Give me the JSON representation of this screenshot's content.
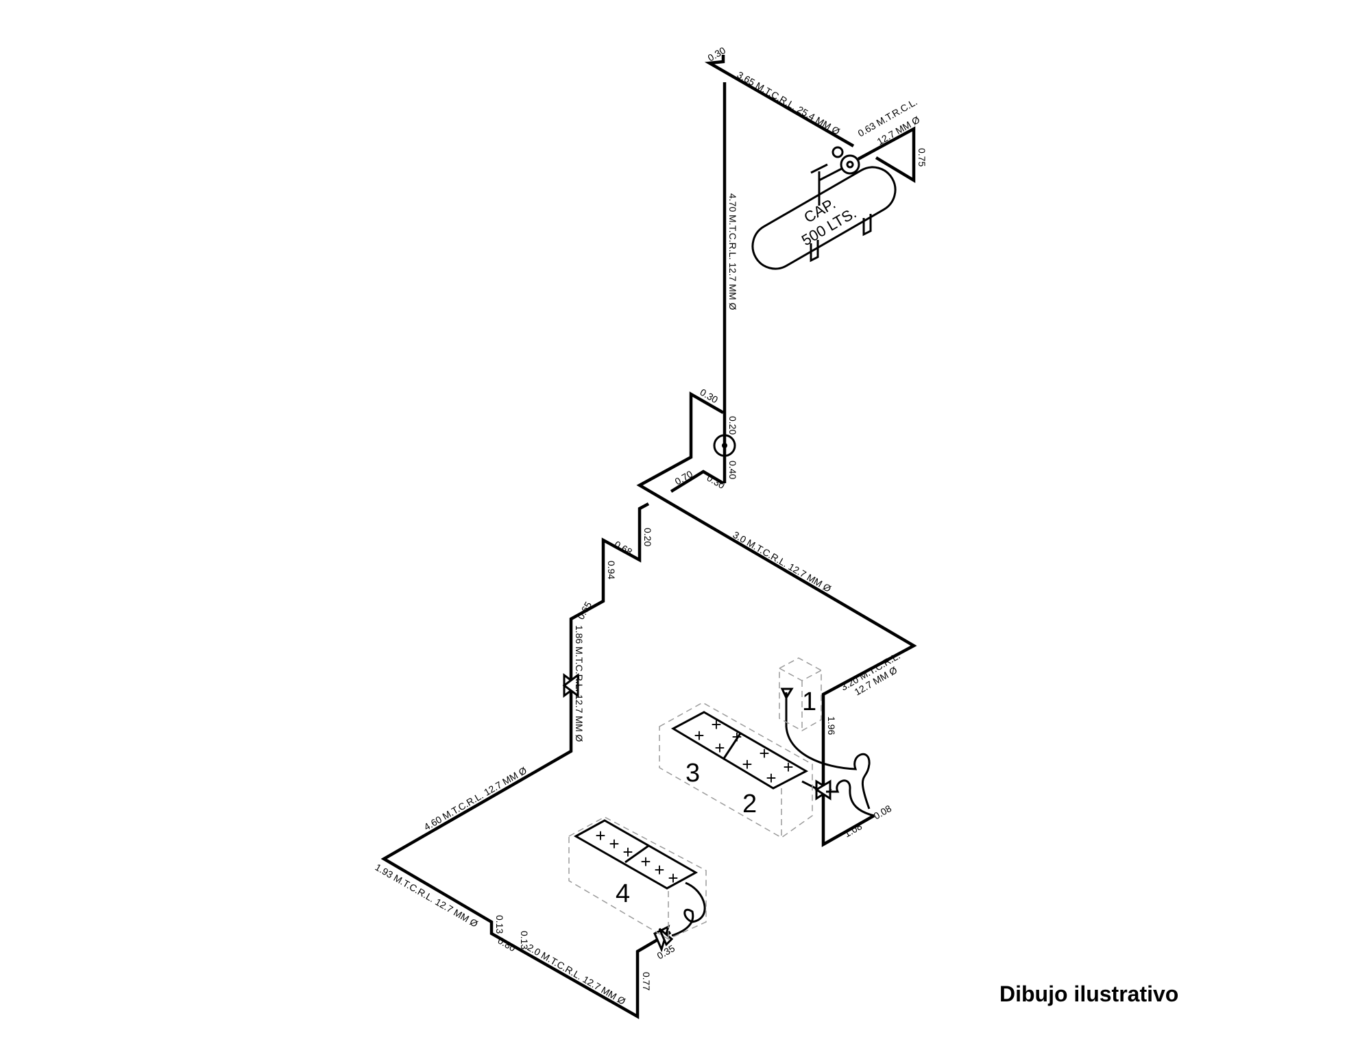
{
  "tank": {
    "line1": "CAP.",
    "line2": "500 LTS."
  },
  "labels": {
    "top_rise": "0.30",
    "main_supply": "3.65 M.T.C.R.L. 25.4 MM Ø",
    "tank_branch_line1": "0.63 M.T.R.C.L.",
    "tank_branch_line2": "12.7 MM Ø",
    "tank_drop": "0.75",
    "down_riser": "4.70 M.T.C.R.L. 12.7 MM Ø",
    "offset_030_a": "0.30",
    "meter_above": "0.20",
    "meter_below": "0.40",
    "offset_070": "0.70",
    "offset_030_b": "0.30",
    "branch_right": "3.0 M.T.C.R.L. 12.7 MM Ø",
    "drop_020": "0.20",
    "step_068": "0.68",
    "drop_094": "0.94",
    "step_065": "0.65",
    "riser_left": "1.86 M.T.C.R.L. 12.7 MM Ø",
    "run_460": "4.60 M.T.C.R.L. 12.7 MM Ø",
    "run_193": "1.93 M.T.C.R.L. 12.7 MM Ø",
    "drop_013": "0.13",
    "step_080": "0.80",
    "rise_013": "0.13",
    "run_20": "2.0 M.T.C.R.L. 12.7 MM Ø",
    "rise_077": "0.77",
    "valve_035": "0.35",
    "branch_320_line1": "3.20 M.T.C.R.L.",
    "branch_320_line2": "12.7 MM Ø",
    "drop_196": "1.96",
    "run_108": "1.08",
    "run_008": "0.08"
  },
  "appliances": {
    "a1": "1",
    "a2": "2",
    "a3": "3",
    "a4": "4"
  },
  "caption": "Dibujo ilustrativo"
}
